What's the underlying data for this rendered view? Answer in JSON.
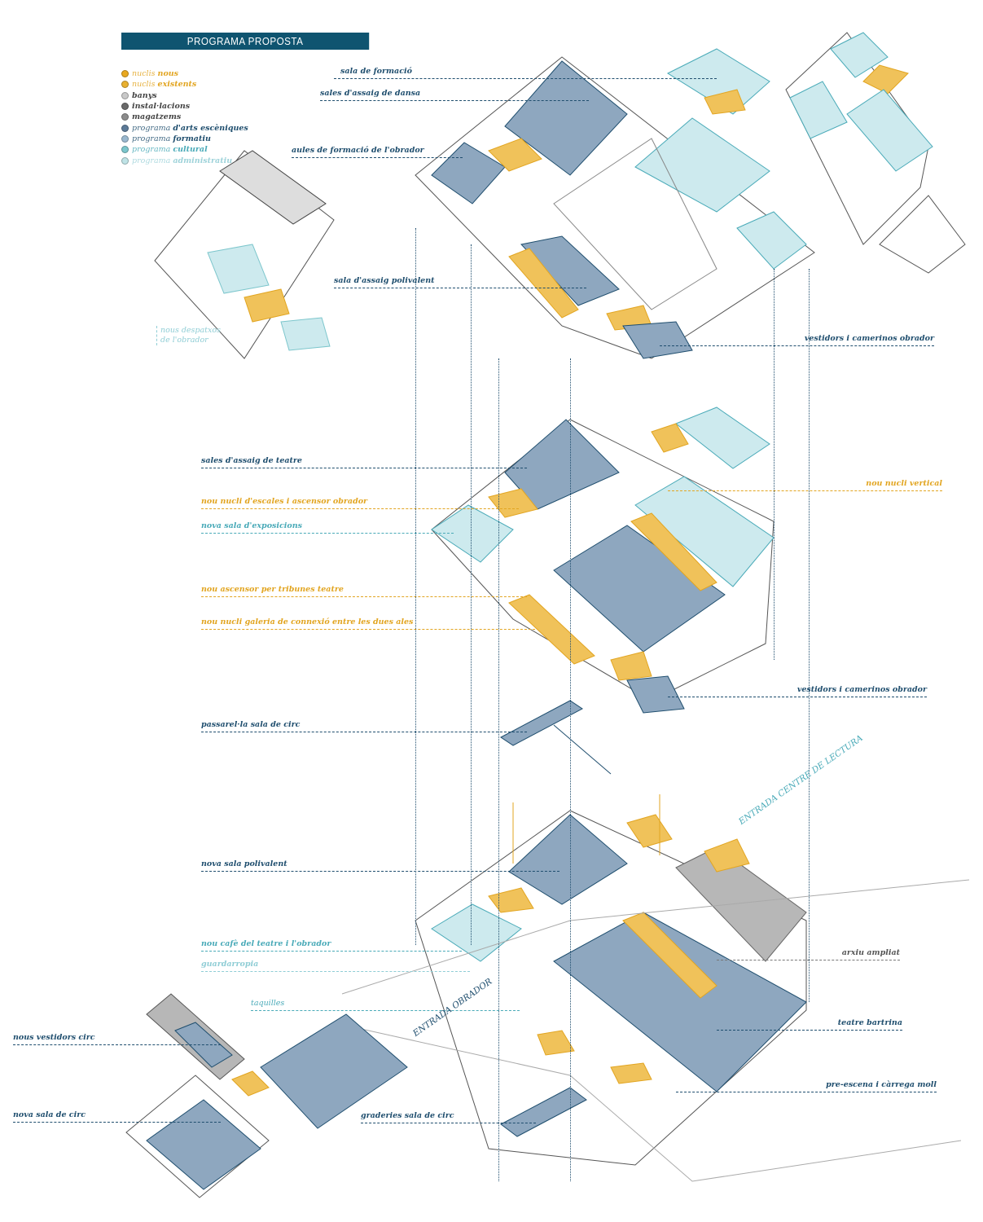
{
  "title": "PROGRAMA PROPOSTA",
  "legend": [
    {
      "pre": "nuclis ",
      "strong": "nous",
      "color": "#e8a820"
    },
    {
      "pre": "nuclis ",
      "strong": "existents",
      "color": "#e8b030"
    },
    {
      "pre": "",
      "strong": "banys",
      "color": "#c8c8c8"
    },
    {
      "pre": "",
      "strong": "instal·lacions",
      "color": "#6a6a6a"
    },
    {
      "pre": "",
      "strong": "magatzems",
      "color": "#8c8c8c"
    },
    {
      "pre": "programa ",
      "strong": "d'arts escèniques",
      "color": "#5c7a98"
    },
    {
      "pre": "programa ",
      "strong": "formatiu",
      "color": "#9ab8cf"
    },
    {
      "pre": "programa ",
      "strong": "cultural",
      "color": "#7cc6cc"
    },
    {
      "pre": "programa ",
      "strong": "administratiu",
      "color": "#bfe3e6"
    }
  ],
  "labels": {
    "sala_formacio": "sala de formació",
    "sales_dansa": "sales d'assaig de dansa",
    "aules_obrador": "aules de formació de l'obrador",
    "sala_polivalent": "sala d'assaig polivalent",
    "despatxos_1": "nous despatxos",
    "despatxos_2": "de l'obrador",
    "vestidors_top": "vestidors i camerinos obrador",
    "sales_teatre": "sales d'assaig de teatre",
    "nucli_escales": "nou nucli d'escales i ascensor obrador",
    "sala_exposicions": "nova sala d'exposicions",
    "ascensor_tribunes": "nou ascensor per tribunes teatre",
    "nucli_galeria": "nou nucli galeria de connexió entre les dues ales",
    "nucli_vertical": "nou nucli vertical",
    "vestidors_mid": "vestidors i camerinos obrador",
    "passarella": "passarel·la sala de circ",
    "nova_polivalent": "nova sala polivalent",
    "cafe": "nou cafè del teatre i l'obrador",
    "guardarropia": "guardarropia",
    "taquilles": "taquilles",
    "arxiu": "arxiu ampliat",
    "teatre": "teatre bartrina",
    "preescena": "pre-escena i càrrega moll",
    "graderies": "graderies sala de circ",
    "vestidors_circ": "nous vestidors circ",
    "sala_circ": "nova sala de circ",
    "entrada_obrador": "ENTRADA OBRADOR",
    "entrada_lectura": "ENTRADA CENTRE DE LECTURA"
  },
  "colors": {
    "arts": "#8ea7bf",
    "cultural": "#cdeaee",
    "nucli": "#f0c25a",
    "line": "#555555"
  }
}
